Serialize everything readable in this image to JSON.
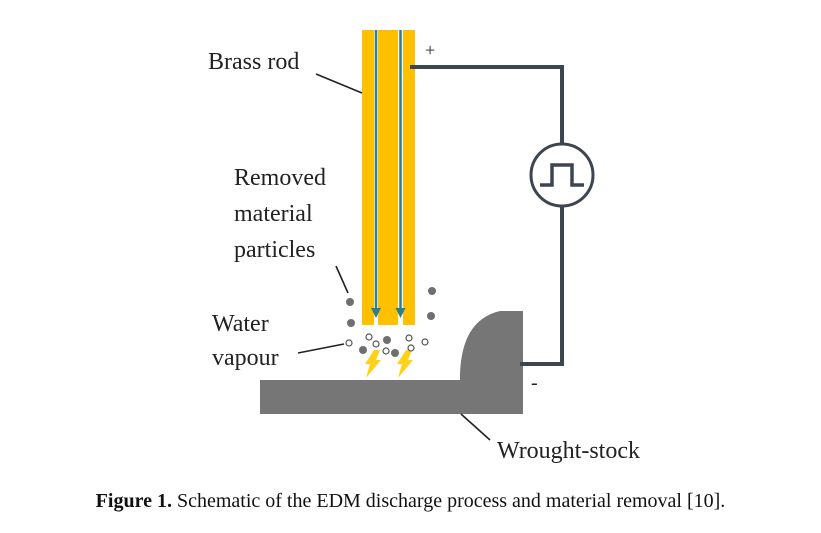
{
  "diagram": {
    "labels": {
      "brass_rod": "Brass rod",
      "removed_1": "Removed",
      "removed_2": "material",
      "removed_3": "particles",
      "water_1": "Water",
      "water_2": "vapour",
      "wrought": "Wrought-stock",
      "plus": "+",
      "minus": "-"
    },
    "colors": {
      "rod": "#ffc000",
      "rod_core": "#2e7f8c",
      "workpiece": "#767676",
      "wire": "#3d4650",
      "particle": "#6f6f6f",
      "spark": "#ffd21a"
    },
    "icons": {
      "power_source": "square-pulse-icon",
      "spark": "lightning-bolt-icon"
    }
  },
  "caption": {
    "label": "Figure 1.",
    "text": " Schematic of the EDM discharge process and material removal [10]."
  }
}
